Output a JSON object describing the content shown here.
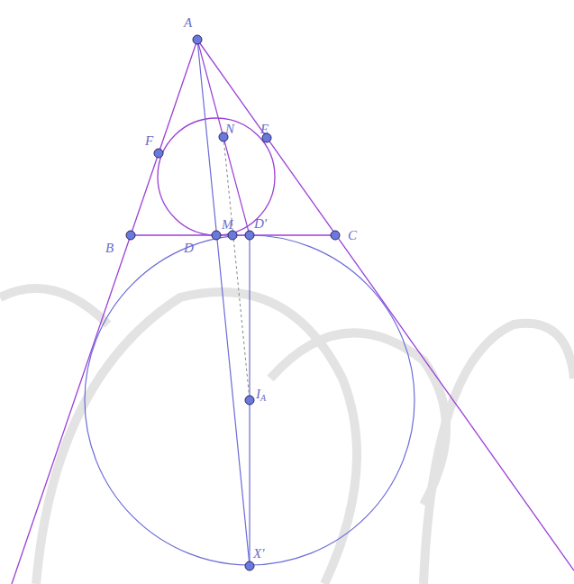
{
  "diagram": {
    "labels": [
      "A",
      "N",
      "E",
      "F",
      "M",
      "D′",
      "B",
      "D",
      "C",
      "IA",
      "X′"
    ]
  }
}
